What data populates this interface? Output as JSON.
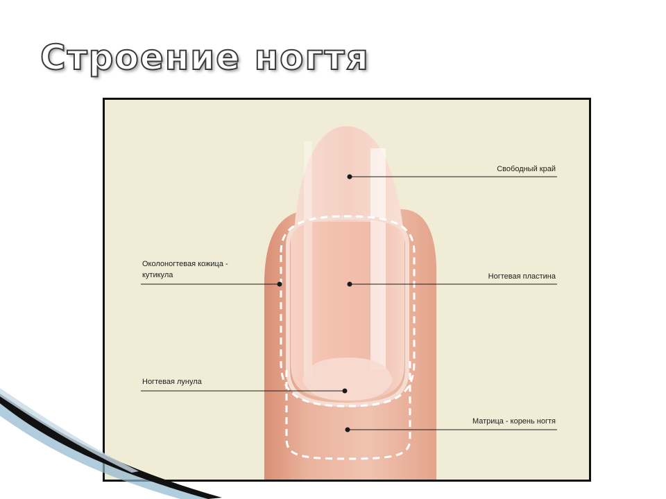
{
  "slide": {
    "title": "Строение ногтя"
  },
  "diagram": {
    "labels": {
      "free_edge": "Свободный край",
      "nail_plate": "Ногтевая пластина",
      "cuticle_line1": "Околоногтевая кожица -",
      "cuticle_line2": "кутикула",
      "lunula": "Ногтевая лунула",
      "matrix": "Матрица - корень ногтя"
    }
  },
  "colors": {
    "background": "#f1ecd6",
    "skin": "#e9b39a",
    "nail": "#f3c8b8",
    "leader_lines": "#1a1a1a",
    "dashed_outline": "#ffffff"
  }
}
